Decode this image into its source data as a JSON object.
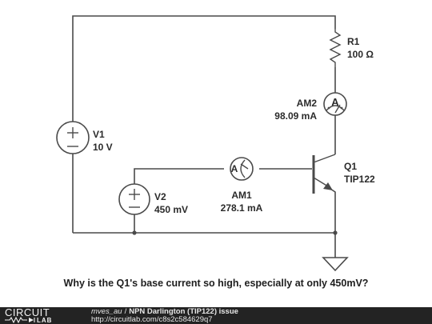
{
  "components": {
    "r1": {
      "name": "R1",
      "value": "100 Ω"
    },
    "am2": {
      "name": "AM2",
      "value": "98.09 mA",
      "symbol": "A"
    },
    "v1": {
      "name": "V1",
      "value": "10 V"
    },
    "q1": {
      "name": "Q1",
      "value": "TIP122"
    },
    "am1": {
      "name": "AM1",
      "value": "278.1 mA",
      "symbol": "A"
    },
    "v2": {
      "name": "V2",
      "value": "450 mV"
    }
  },
  "question": "Why is the Q1's base current so high, especially at only 450mV?",
  "footer": {
    "brand_top": "CIRCUIT",
    "brand_bottom": "LAB",
    "author": "mves_au",
    "separator": "/",
    "title": "NPN Darlington (TIP122) issue",
    "url": "http://circuitlab.com/c8s2c584629q7"
  }
}
